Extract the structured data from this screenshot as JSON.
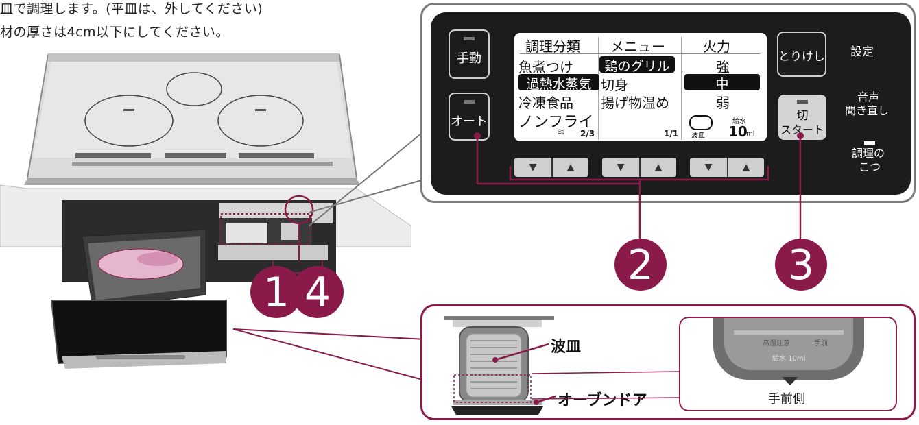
{
  "intro": {
    "line1": "皿で調理します。(平皿は、外してください)",
    "line2": "材の厚さは4cm以下にしてください。"
  },
  "panel": {
    "btn_manual": "手動",
    "btn_auto": "オート",
    "btn_cancel": "とりけし",
    "btn_start_top": "切",
    "btn_start_bottom": "スタート",
    "label_settings": "設定",
    "label_voice_1": "音声",
    "label_voice_2": "聞き直し",
    "label_tips_1": "調理の",
    "label_tips_2": "こつ",
    "lcd": {
      "col1_header": "調理分類",
      "col2_header": "メニュー",
      "col3_header": "火力",
      "col1_items": [
        "魚煮つけ",
        "過熱水蒸気",
        "冷凍食品",
        "ノンフライ"
      ],
      "col2_items": [
        "鶏のグリル",
        "切身",
        "揚げ物温め"
      ],
      "col3_items": [
        "強",
        "中",
        "弱"
      ],
      "page1": "2/3",
      "page2": "1/1",
      "scroll_glyph": "≋",
      "water_top": "給水",
      "water_value": "10",
      "water_unit": "ml",
      "tray_label": "波皿"
    }
  },
  "steps": {
    "s1": "1",
    "s2": "2",
    "s3": "3",
    "s4": "4"
  },
  "detail": {
    "tray_label": "波皿",
    "door_label": "オーブンドア",
    "front_label": "手前側",
    "emboss1": "高温注意",
    "emboss2": "手前",
    "emboss3": "給水 10ml"
  },
  "colors": {
    "accent": "#8a1a4a",
    "panel_bg": "#1c1c1c",
    "callout_border": "#7b7b7b"
  }
}
